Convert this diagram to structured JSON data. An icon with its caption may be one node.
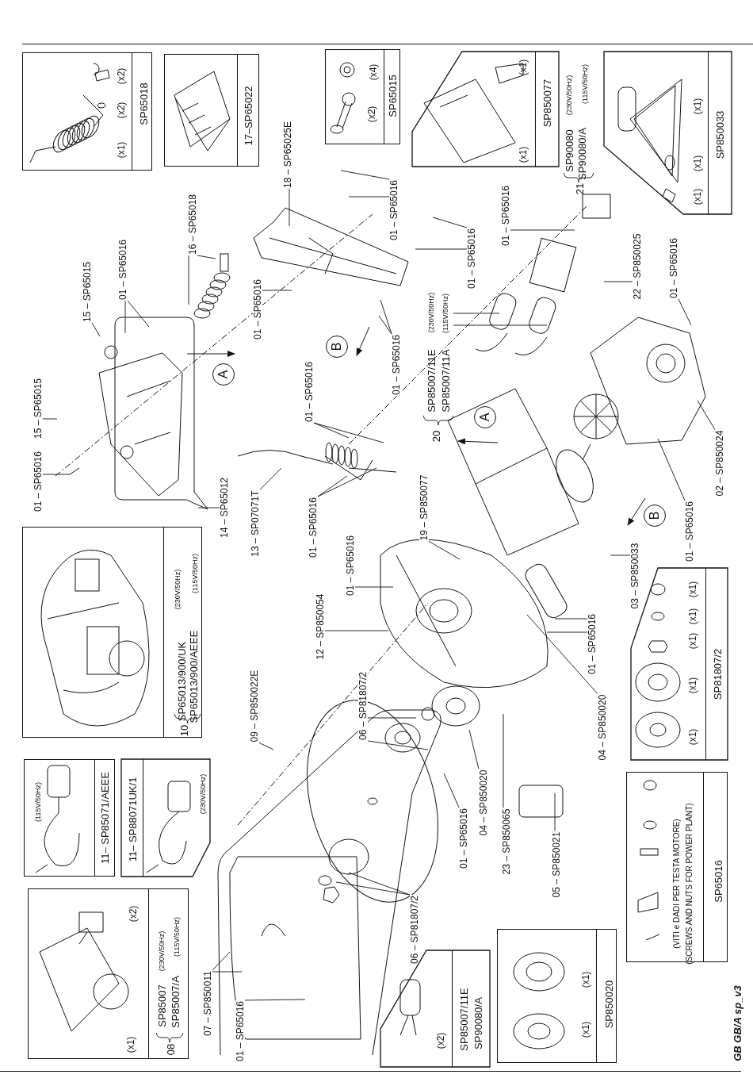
{
  "diagram": {
    "nodes": [
      {
        "text": [
          "(x1)",
          "(x2)",
          "(x2)",
          "SP65018"
        ]
      },
      {
        "text": [
          "17–SP65022"
        ]
      },
      {
        "text": [
          "(x2)",
          "(x4)",
          "SP65015"
        ]
      },
      {
        "text": [
          "(x1)",
          "(x1)",
          "SP850077"
        ]
      },
      {
        "text": [
          "21",
          "SP90080",
          "(230V/50Hz)",
          "SP90080/A",
          "(115V/50Hz)"
        ]
      },
      {
        "text": [
          "(x1)",
          "(x1)",
          "(x1)",
          "SP850033"
        ]
      },
      {
        "text": [
          "15 – SP65015"
        ]
      },
      {
        "text": [
          "01 – SP65016"
        ]
      },
      {
        "text": [
          "15 – SP65015"
        ]
      },
      {
        "text": [
          "01 – SP65016"
        ]
      },
      {
        "text": [
          "16 – SP65018"
        ]
      },
      {
        "text": [
          "A"
        ]
      },
      {
        "text": [
          "14 – SP65012"
        ]
      },
      {
        "text": [
          "13 – SP07071T"
        ]
      },
      {
        "text": [
          "01 – SP65016"
        ]
      },
      {
        "text": [
          "18 – SP65025E"
        ]
      },
      {
        "text": [
          "01 – SP65016"
        ]
      },
      {
        "text": [
          "B"
        ]
      },
      {
        "text": [
          "01 – SP65016"
        ]
      },
      {
        "text": [
          "01 – SP65016"
        ]
      },
      {
        "text": [
          "01 – SP65016"
        ]
      },
      {
        "text": [
          "20",
          "SP85007/11E",
          "(230V/50Hz)",
          "SP85007/11A",
          "(115V/50Hz)"
        ]
      },
      {
        "text": [
          "A"
        ]
      },
      {
        "text": [
          "01 – SP65016"
        ]
      },
      {
        "text": [
          "01 – SP65016"
        ]
      },
      {
        "text": [
          "22 – SP850025"
        ]
      },
      {
        "text": [
          "01 – SP65016"
        ]
      },
      {
        "text": [
          "02 – SP850024"
        ]
      },
      {
        "text": [
          "01 – SP65016"
        ]
      },
      {
        "text": [
          "B"
        ]
      },
      {
        "text": [
          "19 – SP850077"
        ]
      },
      {
        "text": [
          "01 – SP65016"
        ]
      },
      {
        "text": [
          "12 – SP850054"
        ]
      },
      {
        "text": [
          "03 – SP850033"
        ]
      },
      {
        "text": [
          "01 – SP65016"
        ]
      },
      {
        "text": [
          "09 – SP850022E"
        ]
      },
      {
        "text": [
          "06 – SP81807/2"
        ]
      },
      {
        "text": [
          "04 – SP850020"
        ]
      },
      {
        "text": [
          "04 – SP850020"
        ]
      },
      {
        "text": [
          "01 – SP65016"
        ]
      },
      {
        "text": [
          "23 – SP850065"
        ]
      },
      {
        "text": [
          "05 – SP850021"
        ]
      },
      {
        "text": [
          "06 – SP81807/2"
        ]
      },
      {
        "text": [
          "07 – SP850011"
        ]
      },
      {
        "text": [
          "01 – SP65016"
        ]
      },
      {
        "text": [
          "10",
          "SP65013/900/UK",
          "(230V/50Hz)",
          "SP65013/900/AEEE",
          "(115V/50Hz)"
        ]
      },
      {
        "text": [
          "(115V/50Hz)",
          "11– SP85071/AEEE"
        ]
      },
      {
        "text": [
          "(230V/50Hz)",
          "11– SP88071UK/1"
        ]
      },
      {
        "text": [
          "(x1)",
          "(x2)",
          "08",
          "SP85007",
          "(230V/50Hz)",
          "SP85007/A",
          "(115V/50Hz)"
        ]
      },
      {
        "text": [
          "(x2)",
          "SP85007/11E",
          "SP90080/A"
        ]
      },
      {
        "text": [
          "(x1)",
          "(x1)",
          "SP850020"
        ]
      },
      {
        "text": [
          "(VITI e DADI PER TESTA MOTORE)",
          "(SCREWS AND NUTS FOR POWER PLANT)",
          "SP65016"
        ]
      },
      {
        "text": [
          "(x1)",
          "(x1)",
          "(x1)",
          "(x1)",
          "(x1)",
          "SP81807/2"
        ]
      }
    ],
    "edges": [
      {
        "from": 6,
        "to": null,
        "arrow": "none"
      },
      {
        "from": 7,
        "to": null,
        "arrow": "none"
      },
      {
        "from": 8,
        "to": null,
        "arrow": "none"
      },
      {
        "from": 9,
        "to": null,
        "arrow": "none"
      },
      {
        "from": 9,
        "to": null,
        "arrow": "none"
      },
      {
        "from": 10,
        "to": null,
        "arrow": "none"
      },
      {
        "from": 10,
        "to": null,
        "arrow": "none"
      },
      {
        "from": 12,
        "to": null,
        "arrow": "none"
      },
      {
        "from": 13,
        "to": null,
        "arrow": "none"
      },
      {
        "from": 14,
        "to": null,
        "arrow": "none"
      },
      {
        "from": 15,
        "to": null,
        "arrow": "none"
      },
      {
        "from": 16,
        "to": null,
        "arrow": "none"
      },
      {
        "from": 16,
        "to": null,
        "arrow": "none"
      },
      {
        "from": 18,
        "to": null,
        "arrow": "none"
      },
      {
        "from": 18,
        "to": null,
        "arrow": "none"
      },
      {
        "from": 19,
        "to": null,
        "arrow": "none"
      },
      {
        "from": 19,
        "to": null,
        "arrow": "none"
      },
      {
        "from": 20,
        "to": null,
        "arrow": "none"
      },
      {
        "from": 20,
        "to": null,
        "arrow": "none"
      },
      {
        "from": 21,
        "to": null,
        "arrow": "none"
      },
      {
        "from": 21,
        "to": null,
        "arrow": "none"
      },
      {
        "from": 23,
        "to": null,
        "arrow": "none"
      },
      {
        "from": 23,
        "to": null,
        "arrow": "none"
      },
      {
        "from": 24,
        "to": null,
        "arrow": "none"
      },
      {
        "from": 25,
        "to": null,
        "arrow": "none"
      },
      {
        "from": 26,
        "to": null,
        "arrow": "none"
      },
      {
        "from": 27,
        "to": null,
        "arrow": "none"
      },
      {
        "from": 28,
        "to": null,
        "arrow": "none"
      },
      {
        "from": 30,
        "to": null,
        "arrow": "none"
      },
      {
        "from": 31,
        "to": null,
        "arrow": "none"
      },
      {
        "from": 32,
        "to": null,
        "arrow": "none"
      },
      {
        "from": 33,
        "to": null,
        "arrow": "none"
      },
      {
        "from": 34,
        "to": null,
        "arrow": "none"
      },
      {
        "from": 34,
        "to": null,
        "arrow": "none"
      },
      {
        "from": 35,
        "to": null,
        "arrow": "none"
      },
      {
        "from": 36,
        "to": null,
        "arrow": "none"
      },
      {
        "from": 36,
        "to": null,
        "arrow": "none"
      },
      {
        "from": 37,
        "to": null,
        "arrow": "none"
      },
      {
        "from": 38,
        "to": null,
        "arrow": "none"
      },
      {
        "from": 39,
        "to": null,
        "arrow": "none"
      },
      {
        "from": 40,
        "to": null,
        "arrow": "none"
      },
      {
        "from": 41,
        "to": null,
        "arrow": "none"
      },
      {
        "from": 42,
        "to": null,
        "arrow": "none"
      },
      {
        "from": 42,
        "to": null,
        "arrow": "none"
      },
      {
        "from": 43,
        "to": null,
        "arrow": "none"
      },
      {
        "from": 43,
        "to": null,
        "arrow": "none"
      },
      {
        "from": 44,
        "to": null,
        "arrow": "none"
      }
    ],
    "labels": [
      "GB GB/A sp_v3"
    ]
  }
}
